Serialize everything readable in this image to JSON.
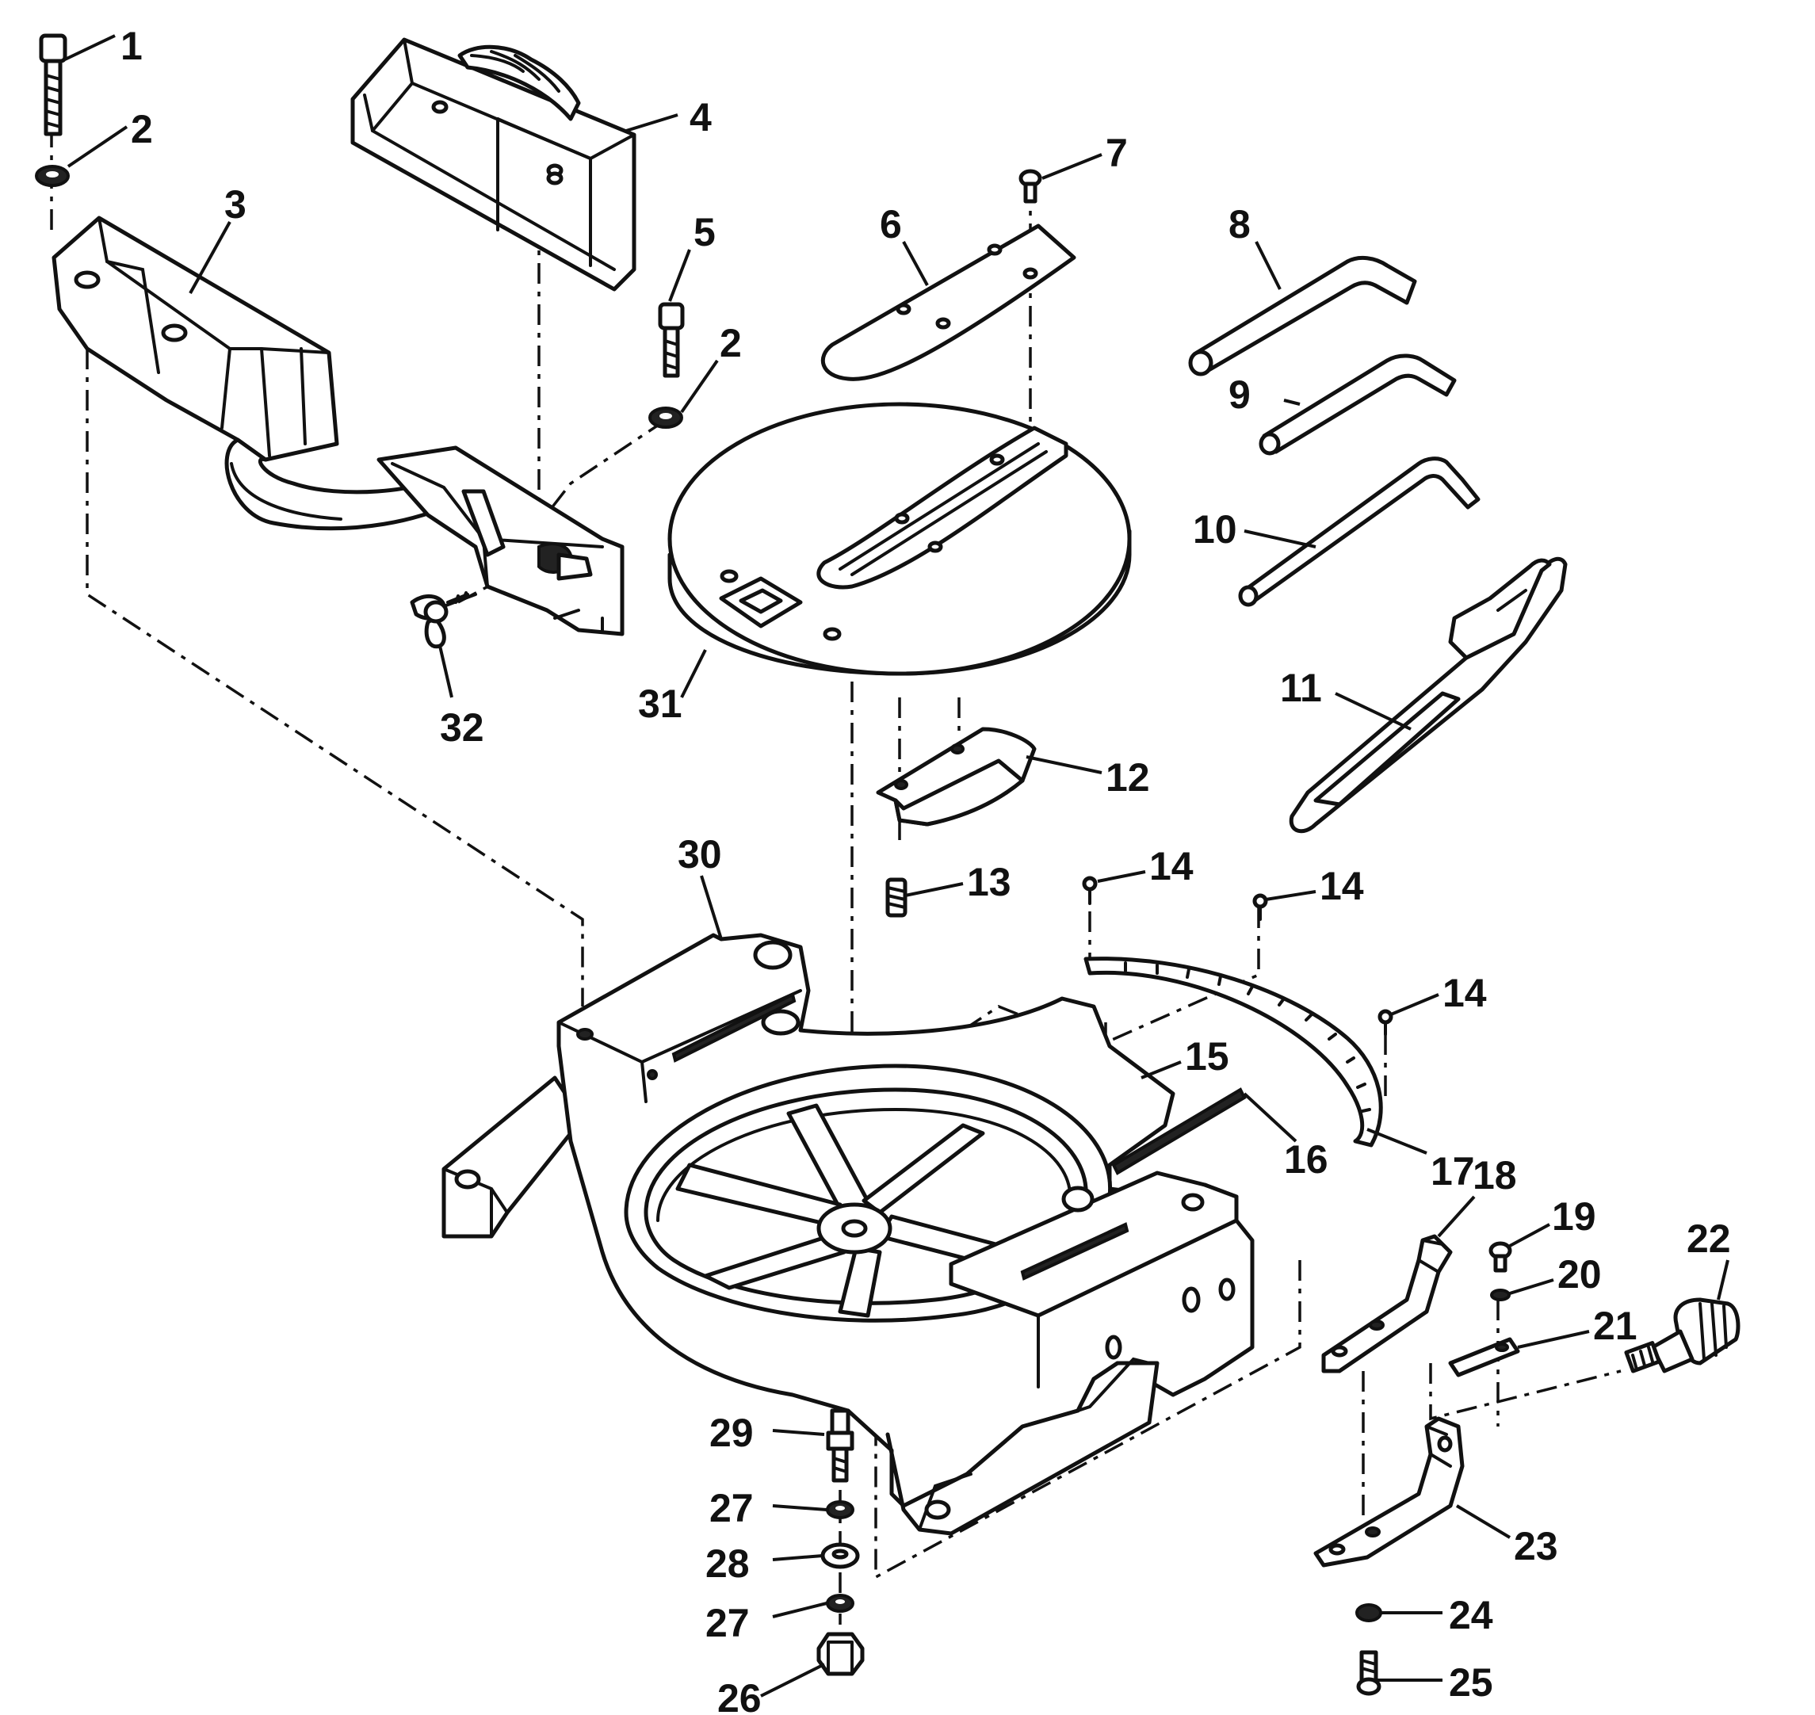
{
  "callouts": {
    "p1": "1",
    "p2a": "2",
    "p2b": "2",
    "p3": "3",
    "p4": "4",
    "p5": "5",
    "p6": "6",
    "p7": "7",
    "p8": "8",
    "p9": "9",
    "p10": "10",
    "p11": "11",
    "p12": "12",
    "p13": "13",
    "p14a": "14",
    "p14b": "14",
    "p14c": "14",
    "p15": "15",
    "p16": "16",
    "p17": "17",
    "p18": "18",
    "p19": "19",
    "p20": "20",
    "p21": "21",
    "p22": "22",
    "p23": "23",
    "p24": "24",
    "p25": "25",
    "p26": "26",
    "p27a": "27",
    "p27b": "27",
    "p28": "28",
    "p29": "29",
    "p30": "30",
    "p31": "31",
    "p32": "32"
  }
}
